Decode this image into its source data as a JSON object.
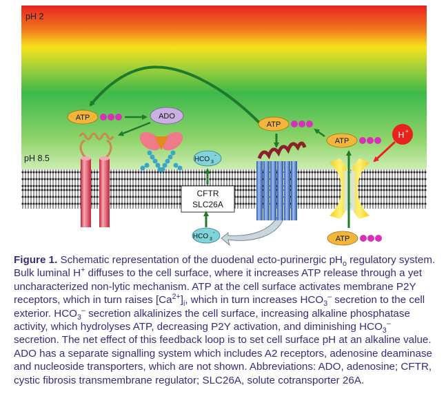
{
  "diagram": {
    "labels": {
      "ph_top": "pH 2",
      "ph_surface": "pH 8.5",
      "atp_left": "ATP",
      "ado": "ADO",
      "atp_mid": "ATP",
      "atp_right": "ATP",
      "h_plus": "H",
      "h_plus_sup": "+",
      "hco3_top": "HCO",
      "hco3_top_sub": "3",
      "hco3_top_sup": "-",
      "cftr": "CFTR",
      "slc26a": "SLC26A",
      "hco3_bottom": "HCO",
      "hco3_bottom_sub": "3",
      "hco3_bottom_sup": "-",
      "atp_bottom": "ATP"
    },
    "colors": {
      "gradient_top": "#e8231f",
      "gradient_mid": "#f6e21a",
      "gradient_green": "#3db84a",
      "arrow_green": "#1f7a2c",
      "label_fill": "#f2b63a",
      "ado_fill": "#c9b0e0",
      "hco3_fill": "#7fd3d9",
      "h_fill": "#e8231f",
      "phosphate": "#d830b9"
    }
  },
  "caption": {
    "label": "Figure 1.",
    "p1": " Schematic representation of the duodenal ecto-purinergic pH",
    "p1_sub": "o",
    "p2": " regulatory system.  Bulk luminal H",
    "p2_sup": "+",
    "p3": " diffuses to the cell surface, where it increases ATP release through a yet uncharacterized non-lytic mechanism. ATP at the cell surface activates membrane P2Y receptors, which in turn raises [Ca",
    "p3_sup": "2+",
    "p4": "]",
    "p4_sub": "i",
    "p5": ", which in turn increases HCO",
    "p5_sub": "3",
    "p5_sup": "–",
    "p6": " secretion to the cell exterior. HCO",
    "p6_sub": "3",
    "p6_sup": "–",
    "p7": " secretion alkalinizes the cell surface, increasing alkaline phosphatase activity, which hydrolyses ATP, decreasing P2Y activation, and diminishing HCO",
    "p7_sub": "3",
    "p7_sup": "–",
    "p8": " secretion. The net effect of this feedback loop is to set cell surface pH at an alkaline value. ADO has a separate signalling system which includes A2 receptors, adenosine deaminase and nucleoside transporters, which are not shown. Abbreviations: ADO, adenosine; CFTR, cystic fibrosis transmembrane regulator; SLC26A, solute cotransporter 26A."
  }
}
